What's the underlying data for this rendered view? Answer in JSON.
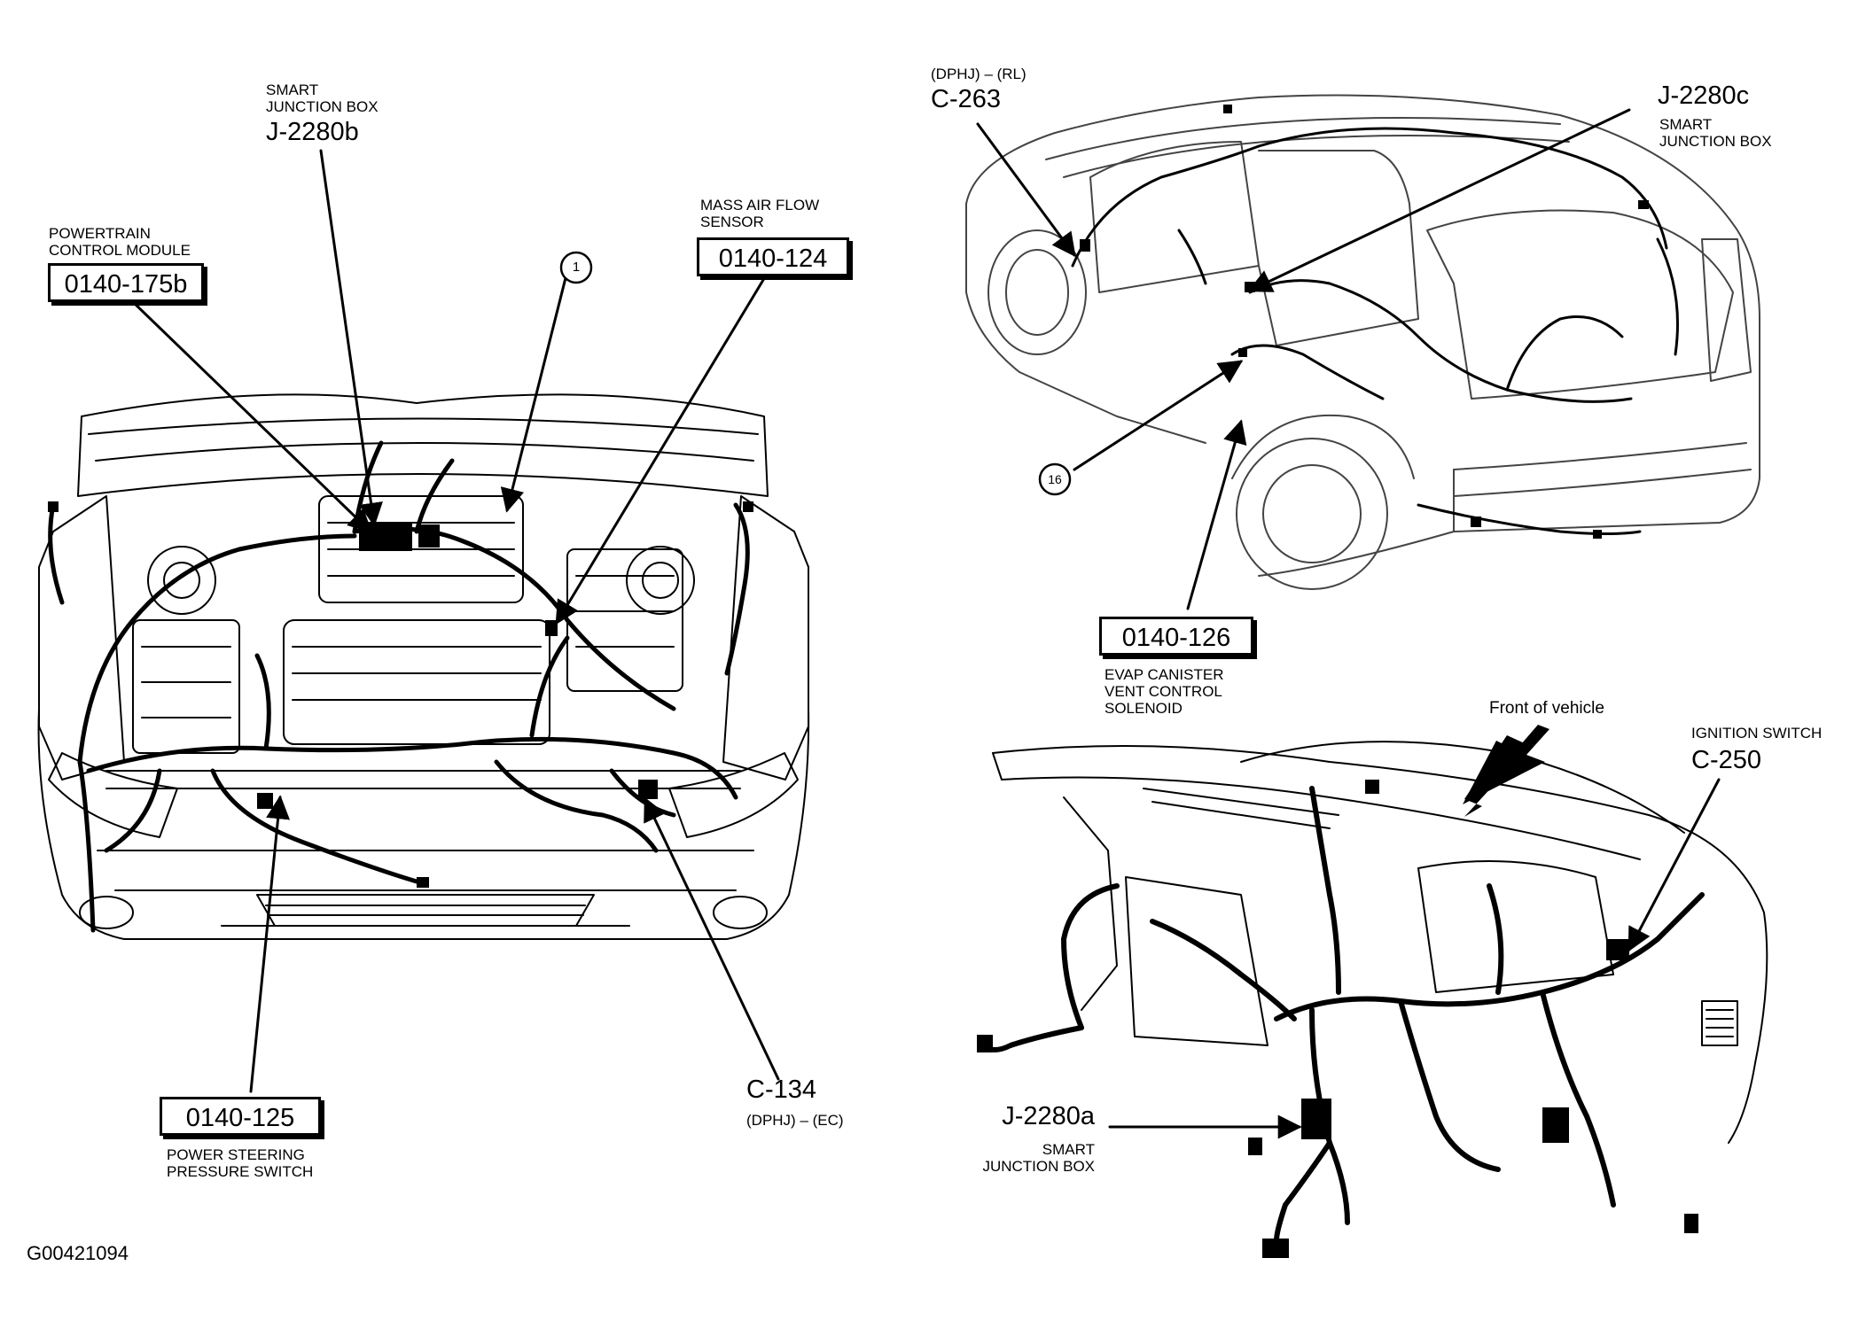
{
  "figure_id": "G00421094",
  "callouts": {
    "j2280b": {
      "label": "SMART\nJUNCTION BOX",
      "code": "J-2280b"
    },
    "pcm": {
      "label": "POWERTRAIN\nCONTROL MODULE",
      "code": "0140-175b"
    },
    "maf": {
      "label": "MASS AIR FLOW\nSENSOR",
      "code": "0140-124"
    },
    "item1": {
      "code": "1"
    },
    "pss": {
      "label": "POWER STEERING\nPRESSURE SWITCH",
      "code": "0140-125"
    },
    "c134": {
      "code": "C-134",
      "sub": "(DPHJ) – (EC)"
    },
    "c263": {
      "sub": "(DPHJ) – (RL)",
      "code": "C-263"
    },
    "j2280c": {
      "code": "J-2280c",
      "label": "SMART\nJUNCTION BOX"
    },
    "item16": {
      "code": "16"
    },
    "evap": {
      "code": "0140-126",
      "label": "EVAP CANISTER\nVENT CONTROL\nSOLENOID"
    },
    "front": {
      "label": "Front of vehicle"
    },
    "ign": {
      "label": "IGNITION SWITCH",
      "code": "C-250"
    },
    "j2280a": {
      "code": "J-2280a",
      "label": "SMART\nJUNCTION BOX"
    }
  }
}
